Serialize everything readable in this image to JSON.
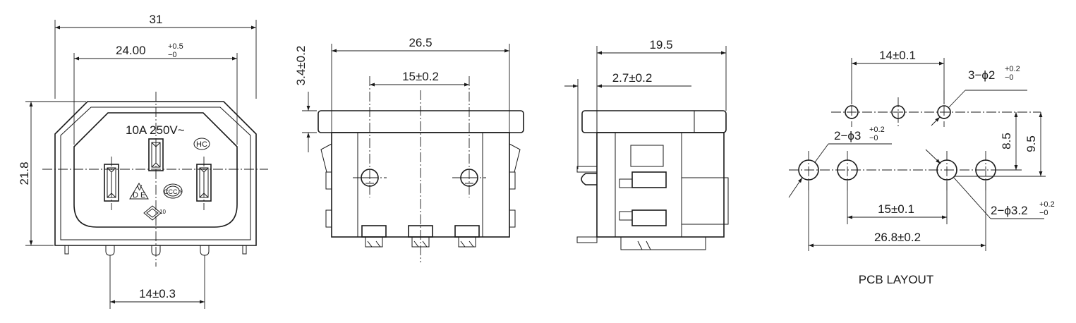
{
  "front_view": {
    "width_total": "31",
    "width_inner_main": "24.00",
    "width_inner_tol_plus": "+0.5",
    "width_inner_tol_minus": "−0",
    "height": "21.8",
    "pin_pitch": "14±0.3",
    "rating": "10A 250V~",
    "hc_mark": "HC",
    "vde_v": "V",
    "vde_d": "D",
    "vde_e": "E",
    "ccc_mark": "CCC",
    "ccc_s": "S",
    "cqc_mark": "10"
  },
  "side_view": {
    "width": "26.5",
    "screw_pitch": "15±0.2",
    "flange_thickness": "3.4±0.2"
  },
  "end_view": {
    "depth": "19.5",
    "flange": "2.7±0.2"
  },
  "pcb": {
    "small_hole_pitch": "14±0.1",
    "small_hole_main": "3−ϕ2",
    "small_hole_tol_plus": "+0.2",
    "small_hole_tol_minus": "−0",
    "mid_hole_main": "2−ϕ3",
    "mid_hole_tol_plus": "+0.2",
    "mid_hole_tol_minus": "−0",
    "large_hole_main": "2−ϕ3.2",
    "large_hole_tol_plus": "+0.2",
    "large_hole_tol_minus": "−0",
    "pitch_15": "15±0.1",
    "pitch_26": "26.8±0.2",
    "vert_85": "8.5",
    "vert_95": "9.5",
    "caption": "PCB LAYOUT"
  }
}
